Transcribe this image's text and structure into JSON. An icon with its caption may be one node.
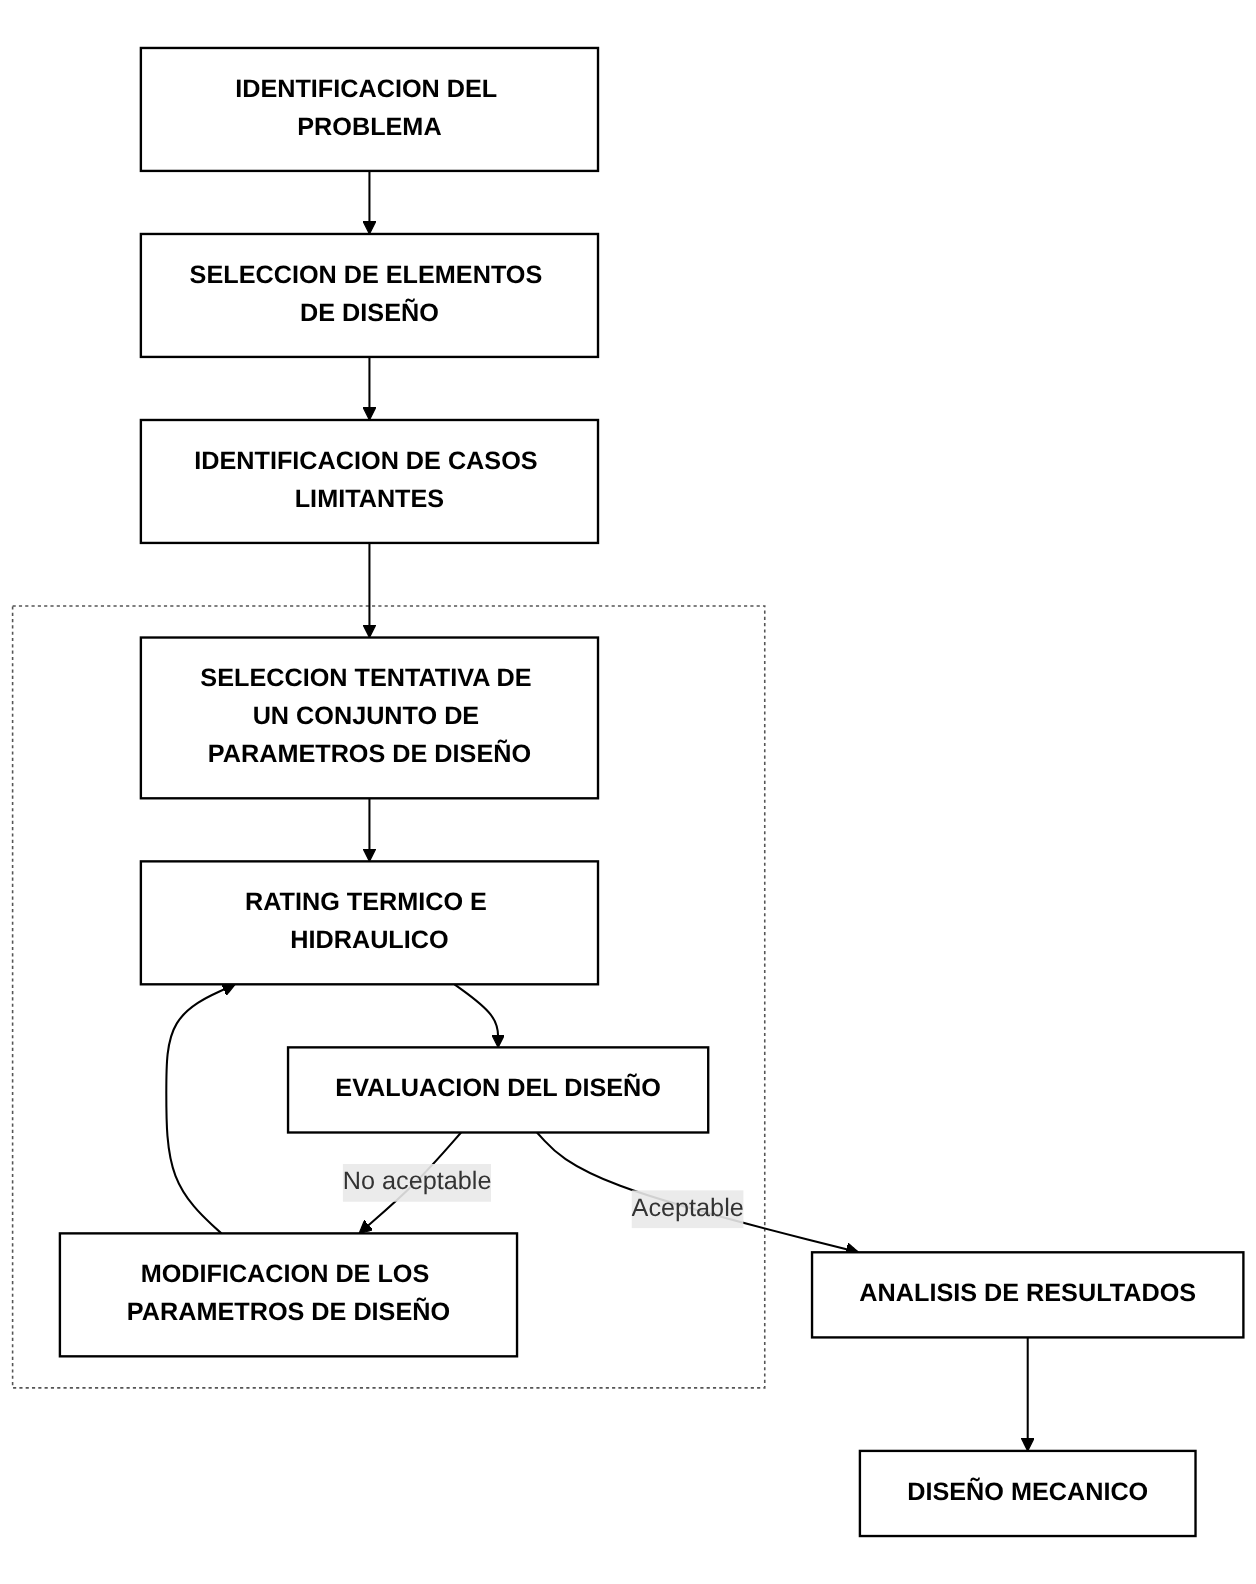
{
  "diagram": {
    "nodes": [
      {
        "text": [
          "IDENTIFICACION DEL PROBLEMA"
        ]
      },
      {
        "text": [
          "SELECCION DE ELEMENTOS DE DISEÑO"
        ]
      },
      {
        "text": [
          "IDENTIFICACION DE CASOS LIMITANTES"
        ]
      },
      {
        "text": [],
        "shape": "box"
      },
      {
        "text": [
          "SELECCION TENTATIVA DE UN CONJUNTO DE PARAMETROS DE DISEÑO"
        ],
        "in": 3
      },
      {
        "text": [
          "RATING TERMICO E HIDRAULICO"
        ],
        "in": 3
      },
      {
        "text": [
          "MODIFICACION DE LOS PARAMETROS DE DISEÑO"
        ],
        "in": 3
      },
      {
        "text": [
          "EVALUACION DEL DISEÑO"
        ],
        "in": 3
      },
      {
        "text": [
          "ANALISIS DE RESULTADOS"
        ]
      },
      {
        "text": [
          "DISEÑO MECANICO"
        ]
      }
    ],
    "edges": [
      {
        "from": 0,
        "to": 1,
        "arrow": "to"
      },
      {
        "from": 1,
        "to": 2,
        "arrow": "to"
      },
      {
        "from": 2,
        "to": 4,
        "arrow": "to"
      },
      {
        "from": 4,
        "to": 5,
        "arrow": "to"
      },
      {
        "from": 5,
        "to": 7,
        "arrow": "to"
      },
      {
        "from": 7,
        "to": 6,
        "arrow": "to",
        "label": "No aceptable"
      },
      {
        "from": 6,
        "to": 5,
        "arrow": "to"
      },
      {
        "from": 7,
        "to": 8,
        "arrow": "to",
        "label": "Aceptable"
      },
      {
        "from": 8,
        "to": 9,
        "arrow": "to"
      }
    ]
  }
}
